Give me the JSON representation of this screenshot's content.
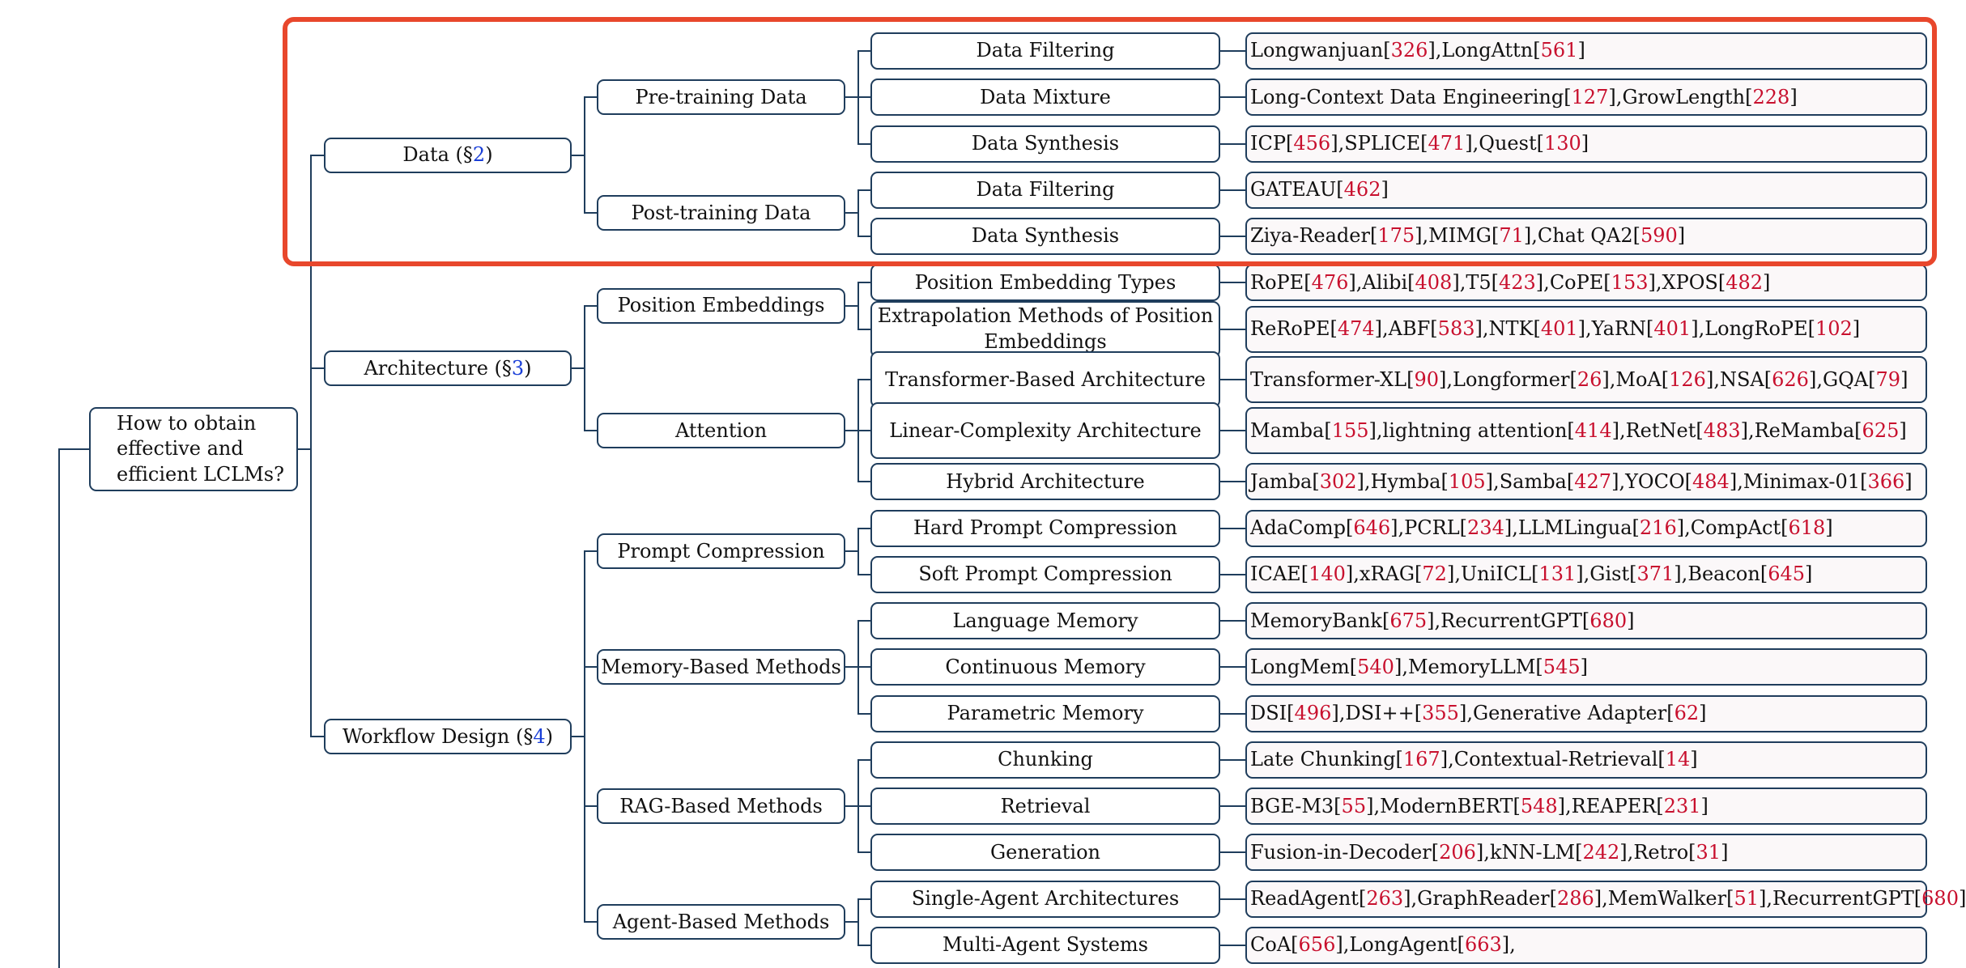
{
  "root": {
    "label": "How to obtain effective and efficient LCLMs?"
  },
  "colors": {
    "border": "#1f3d5c",
    "ref": "#c8102e",
    "section_ref": "#1a3fd8",
    "highlight": "#e8472c",
    "leaf_bg": "#fbf8f9"
  },
  "branches": [
    {
      "label": "Data (§",
      "section": "2",
      "groups": [
        {
          "label": "Pre-training Data",
          "subs": [
            {
              "label": "Data Filtering",
              "refs": [
                {
                  "name": "Longwanjuan",
                  "num": "326"
                },
                {
                  "name": "LongAttn",
                  "num": "561"
                }
              ]
            },
            {
              "label": "Data Mixture",
              "refs": [
                {
                  "name": "Long-Context Data Engineering ",
                  "num": "127"
                },
                {
                  "name": "GrowLength",
                  "num": "228"
                }
              ]
            },
            {
              "label": "Data Synthesis",
              "refs": [
                {
                  "name": "ICP",
                  "num": "456"
                },
                {
                  "name": "SPLICE",
                  "num": "471"
                },
                {
                  "name": "Quest",
                  "num": "130"
                }
              ]
            }
          ]
        },
        {
          "label": "Post-training Data",
          "subs": [
            {
              "label": "Data Filtering",
              "refs": [
                {
                  "name": "GATEAU",
                  "num": "462"
                }
              ]
            },
            {
              "label": "Data Synthesis",
              "refs": [
                {
                  "name": "Ziya-Reader",
                  "num": "175"
                },
                {
                  "name": "MIMG",
                  "num": "71"
                },
                {
                  "name": "Chat QA2",
                  "num": "590"
                }
              ]
            }
          ]
        }
      ]
    },
    {
      "label": "Architecture (§",
      "section": "3",
      "groups": [
        {
          "label": "Position Embeddings",
          "subs": [
            {
              "label": "Position Embedding Types",
              "refs": [
                {
                  "name": "RoPE",
                  "num": "476"
                },
                {
                  "name": "Alibi",
                  "num": "408"
                },
                {
                  "name": "T5",
                  "num": "423"
                },
                {
                  "name": "CoPE",
                  "num": "153"
                },
                {
                  "name": "XPOS",
                  "num": "482"
                }
              ]
            },
            {
              "label": "Extrapolation Methods of Position Embeddings",
              "refs": [
                {
                  "name": "ReRoPE",
                  "num": "474"
                },
                {
                  "name": "ABF",
                  "num": "583"
                },
                {
                  "name": "NTK",
                  "num": "401"
                },
                {
                  "name": "YaRN",
                  "num": "401"
                },
                {
                  "name": "LongRoPE",
                  "num": "102"
                }
              ]
            }
          ]
        },
        {
          "label": "Attention",
          "subs": [
            {
              "label": "Transformer-Based Architecture",
              "refs": [
                {
                  "name": "Transformer-XL",
                  "num": "90"
                },
                {
                  "name": "Longformer",
                  "num": "26"
                },
                {
                  "name": "MoA",
                  "num": "126"
                },
                {
                  "name": "NSA",
                  "num": "626"
                },
                {
                  "name": "GQA",
                  "num": "79"
                }
              ]
            },
            {
              "label": "Linear-Complexity Architecture",
              "refs": [
                {
                  "name": "Mamba",
                  "num": "155"
                },
                {
                  "name": "lightning attention",
                  "num": "414"
                },
                {
                  "name": "RetNet",
                  "num": "483"
                },
                {
                  "name": "ReMamba",
                  "num": "625"
                }
              ]
            },
            {
              "label": "Hybrid Architecture",
              "refs": [
                {
                  "name": "Jamba",
                  "num": "302"
                },
                {
                  "name": "Hymba",
                  "num": "105"
                },
                {
                  "name": "Samba",
                  "num": "427"
                },
                {
                  "name": "YOCO",
                  "num": "484"
                },
                {
                  "name": "Minimax-01",
                  "num": "366"
                }
              ]
            }
          ]
        }
      ]
    },
    {
      "label": "Workflow Design (§",
      "section": "4",
      "groups": [
        {
          "label": "Prompt Compression",
          "subs": [
            {
              "label": "Hard Prompt Compression",
              "refs": [
                {
                  "name": "AdaComp",
                  "num": "646"
                },
                {
                  "name": "PCRL",
                  "num": "234"
                },
                {
                  "name": "LLMLingua",
                  "num": "216"
                },
                {
                  "name": "CompAct",
                  "num": "618"
                }
              ]
            },
            {
              "label": "Soft Prompt Compression",
              "refs": [
                {
                  "name": "ICAE",
                  "num": "140"
                },
                {
                  "name": "xRAG",
                  "num": "72"
                },
                {
                  "name": "UniICL",
                  "num": "131"
                },
                {
                  "name": "Gist",
                  "num": "371"
                },
                {
                  "name": "Beacon",
                  "num": "645"
                }
              ]
            }
          ]
        },
        {
          "label": "Memory-Based Methods",
          "subs": [
            {
              "label": "Language Memory",
              "refs": [
                {
                  "name": "MemoryBank",
                  "num": "675"
                },
                {
                  "name": "RecurrentGPT",
                  "num": "680"
                }
              ]
            },
            {
              "label": "Continuous Memory",
              "refs": [
                {
                  "name": "LongMem",
                  "num": "540"
                },
                {
                  "name": "MemoryLLM",
                  "num": "545"
                }
              ]
            },
            {
              "label": "Parametric Memory",
              "refs": [
                {
                  "name": "DSI",
                  "num": "496"
                },
                {
                  "name": "DSI++",
                  "num": "355"
                },
                {
                  "name": "Generative Adapter",
                  "num": "62"
                }
              ]
            }
          ]
        },
        {
          "label": "RAG-Based Methods",
          "subs": [
            {
              "label": "Chunking",
              "refs": [
                {
                  "name": "Late Chunking",
                  "num": "167"
                },
                {
                  "name": "Contextual-Retrieval",
                  "num": "14"
                }
              ]
            },
            {
              "label": "Retrieval",
              "refs": [
                {
                  "name": "BGE-M3",
                  "num": "55"
                },
                {
                  "name": "ModernBERT",
                  "num": "548"
                },
                {
                  "name": "REAPER",
                  "num": "231"
                }
              ]
            },
            {
              "label": "Generation",
              "refs": [
                {
                  "name": "Fusion-in-Decoder",
                  "num": "206"
                },
                {
                  "name": "kNN-LM",
                  "num": "242"
                },
                {
                  "name": "Retro",
                  "num": "31"
                }
              ]
            }
          ]
        },
        {
          "label": "Agent-Based Methods",
          "subs": [
            {
              "label": "Single-Agent Architectures",
              "refs": [
                {
                  "name": "ReadAgent",
                  "num": "263"
                },
                {
                  "name": "GraphReader",
                  "num": "286"
                },
                {
                  "name": "MemWalker",
                  "num": "51"
                },
                {
                  "name": "RecurrentGPT",
                  "num": "680"
                }
              ]
            },
            {
              "label": "Multi-Agent Systems",
              "refs": [
                {
                  "name": "CoA",
                  "num": "656"
                },
                {
                  "name": "LongAgent",
                  "num": "663"
                }
              ],
              "trailing": ","
            }
          ]
        }
      ]
    }
  ]
}
